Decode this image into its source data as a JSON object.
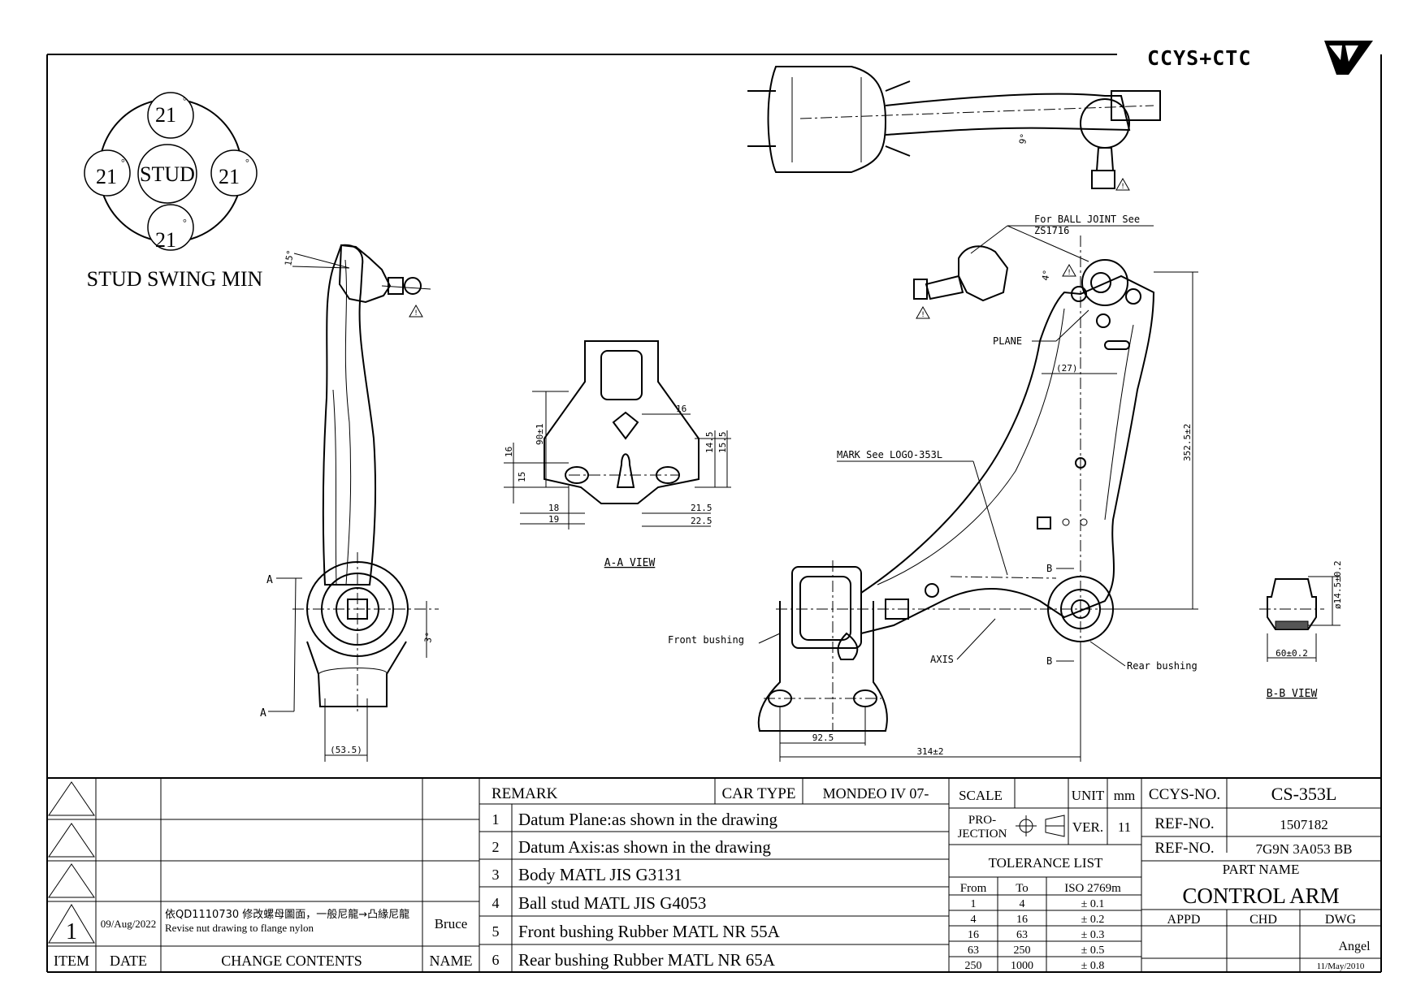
{
  "header": {
    "logo_text": "CCYS+CTC",
    "logo_mark": "CTC wing logo"
  },
  "stud_swing": {
    "title": "STUD SWING MIN",
    "center": "STUD",
    "angles": [
      "21",
      "21",
      "21",
      "21"
    ],
    "degree": "°"
  },
  "side_view": {
    "angle_top": "15°",
    "angle_bottom": "3°",
    "section_a_top": "A",
    "section_a_bottom": "A",
    "width": "(53.5)"
  },
  "top_view": {
    "angle": "9°"
  },
  "aa_view": {
    "title": "A-A VIEW",
    "dims": [
      "16",
      "90±1",
      "16",
      "14.5",
      "15.5",
      "15",
      "18",
      "19",
      "21.5",
      "22.5"
    ]
  },
  "main_view": {
    "ball_joint_note_1": "For BALL JOINT See",
    "ball_joint_note_2": "ZS1716",
    "angle_4": "4°",
    "plane": "PLANE",
    "dim_27": "(27)",
    "mark_note": "MARK See LOGO-353L",
    "height": "352.5±2",
    "section_b_top": "B",
    "section_b_bottom": "B",
    "front_bushing": "Front bushing",
    "rear_bushing": "Rear bushing",
    "axis": "AXIS",
    "dim_92_5": "92.5",
    "dim_314": "314±2"
  },
  "bb_view": {
    "title": "B-B VIEW",
    "diameter": "ø14.5±0.2",
    "width": "60±0.2"
  },
  "revision_table": {
    "headers": {
      "item": "ITEM",
      "date": "DATE",
      "contents": "CHANGE CONTENTS",
      "name": "NAME"
    },
    "rows": [
      {
        "item": "",
        "date": "",
        "contents": "",
        "name": ""
      },
      {
        "item": "",
        "date": "",
        "contents": "",
        "name": ""
      },
      {
        "item": "",
        "date": "",
        "contents": "",
        "name": ""
      },
      {
        "item": "1",
        "date": "09/Aug/2022",
        "contents_1": "依QD1110730 修改螺母圖面，一般尼龍→凸緣尼龍",
        "contents_2": "Revise nut drawing to flange nylon",
        "name": "Bruce"
      }
    ]
  },
  "remark": {
    "label": "REMARK",
    "car_type_label": "CAR TYPE",
    "car_type": "MONDEO IV 07-",
    "items": [
      {
        "no": "1",
        "text": "Datum Plane:as shown in the drawing"
      },
      {
        "no": "2",
        "text": "Datum Axis:as shown in the drawing"
      },
      {
        "no": "3",
        "text": "Body MATL JIS G3131"
      },
      {
        "no": "4",
        "text": "Ball stud MATL JIS G4053"
      },
      {
        "no": "5",
        "text": "Front bushing Rubber MATL NR 55A"
      },
      {
        "no": "6",
        "text": "Rear bushing Rubber MATL NR 65A"
      }
    ]
  },
  "title_block": {
    "scale_label": "SCALE",
    "scale_value": "",
    "unit_label": "UNIT",
    "unit_value": "mm",
    "projection_label_1": "PRO-",
    "projection_label_2": "JECTION",
    "ver_label": "VER.",
    "ver_value": "11",
    "ccys_label": "CCYS-NO.",
    "ccys_value": "CS-353L",
    "ref_label_1": "REF-NO.",
    "ref_value_1": "1507182",
    "ref_label_2": "REF-NO.",
    "ref_value_2": "7G9N 3A053 BB",
    "part_name_label": "PART NAME",
    "part_name": "CONTROL ARM",
    "appd": "APPD",
    "chd": "CHD",
    "dwg": "DWG",
    "drawn_by": "Angel",
    "drawn_date": "11/May/2010"
  },
  "tolerance": {
    "title": "TOLERANCE LIST",
    "headers": [
      "From",
      "To",
      "ISO 2769m"
    ],
    "rows": [
      [
        "1",
        "4",
        "± 0.1"
      ],
      [
        "4",
        "16",
        "± 0.2"
      ],
      [
        "16",
        "63",
        "± 0.3"
      ],
      [
        "63",
        "250",
        "± 0.5"
      ],
      [
        "250",
        "1000",
        "± 0.8"
      ]
    ]
  }
}
